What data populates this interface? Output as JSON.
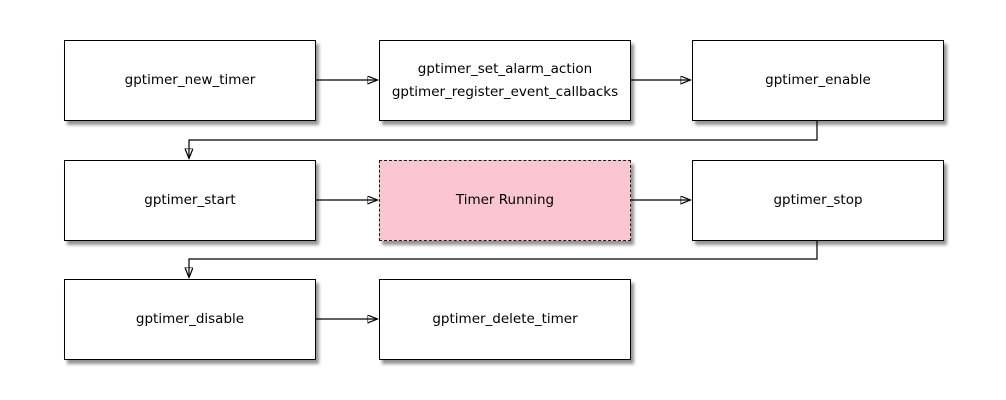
{
  "diagram": {
    "background_color": "#ffffff",
    "colors": {
      "node_fill": "#ffffff",
      "node_border": "#000000",
      "highlight_fill": "#fbc6d0",
      "highlight_border": "#1a1a1a",
      "connector": "#000000",
      "text": "#000000"
    },
    "nodes": {
      "new_timer": {
        "label": "gptimer_new_timer"
      },
      "set_alarm": {
        "line1": "gptimer_set_alarm_action",
        "line2": "gptimer_register_event_callbacks"
      },
      "enable": {
        "label": "gptimer_enable"
      },
      "start": {
        "label": "gptimer_start"
      },
      "timer_running": {
        "label": "Timer Running"
      },
      "stop": {
        "label": "gptimer_stop"
      },
      "disable": {
        "label": "gptimer_disable"
      },
      "delete_timer": {
        "label": "gptimer_delete_timer"
      }
    },
    "edges": [
      {
        "from": "new_timer",
        "to": "set_alarm"
      },
      {
        "from": "set_alarm",
        "to": "enable"
      },
      {
        "from": "enable",
        "to": "start"
      },
      {
        "from": "start",
        "to": "timer_running"
      },
      {
        "from": "timer_running",
        "to": "stop"
      },
      {
        "from": "stop",
        "to": "disable"
      },
      {
        "from": "disable",
        "to": "delete_timer"
      }
    ]
  }
}
